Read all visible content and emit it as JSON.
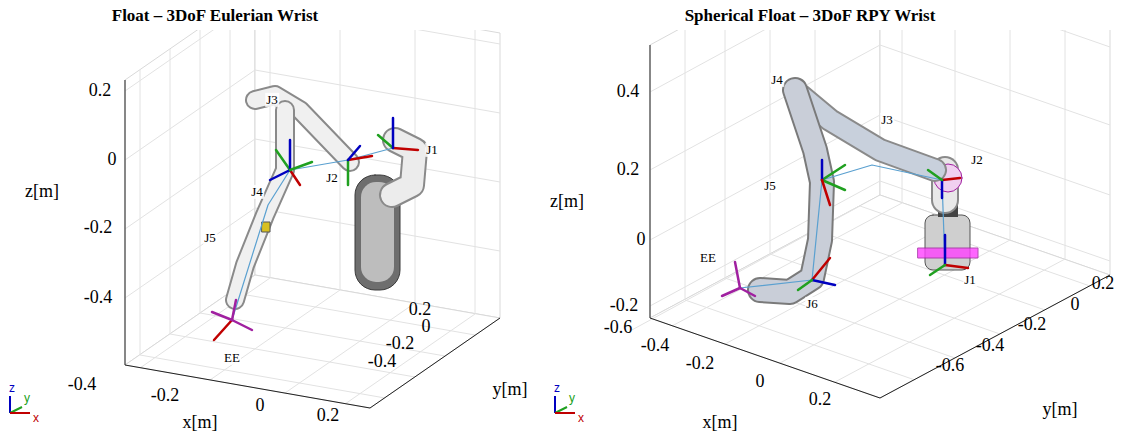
{
  "diagram": {
    "labels": [
      "Float – 3DoF Eulerian Wrist",
      "0.2",
      "0",
      "-0.2",
      "-0.4",
      "z[m]",
      "J3",
      "J4",
      "J2",
      "J1",
      "J5",
      "EE",
      "-0.4",
      "-0.2",
      "0",
      "0.2",
      "x[m]",
      "0.2",
      "0",
      "-0.2",
      "-0.4",
      "y[m]",
      "z",
      "y",
      "x",
      "Spherical Float – 3DoF RPY Wrist",
      "0.4",
      "0.2",
      "0",
      "-0.2",
      "z[m]",
      "J4",
      "J3",
      "J2",
      "J5",
      "J1",
      "EE",
      "J6",
      "-0.6",
      "-0.4",
      "-0.2",
      "0",
      "0.2",
      "x[m]",
      "0.2",
      "0",
      "-0.2",
      "-0.4",
      "-0.6",
      "y[m]",
      "z",
      "y",
      "x"
    ]
  }
}
